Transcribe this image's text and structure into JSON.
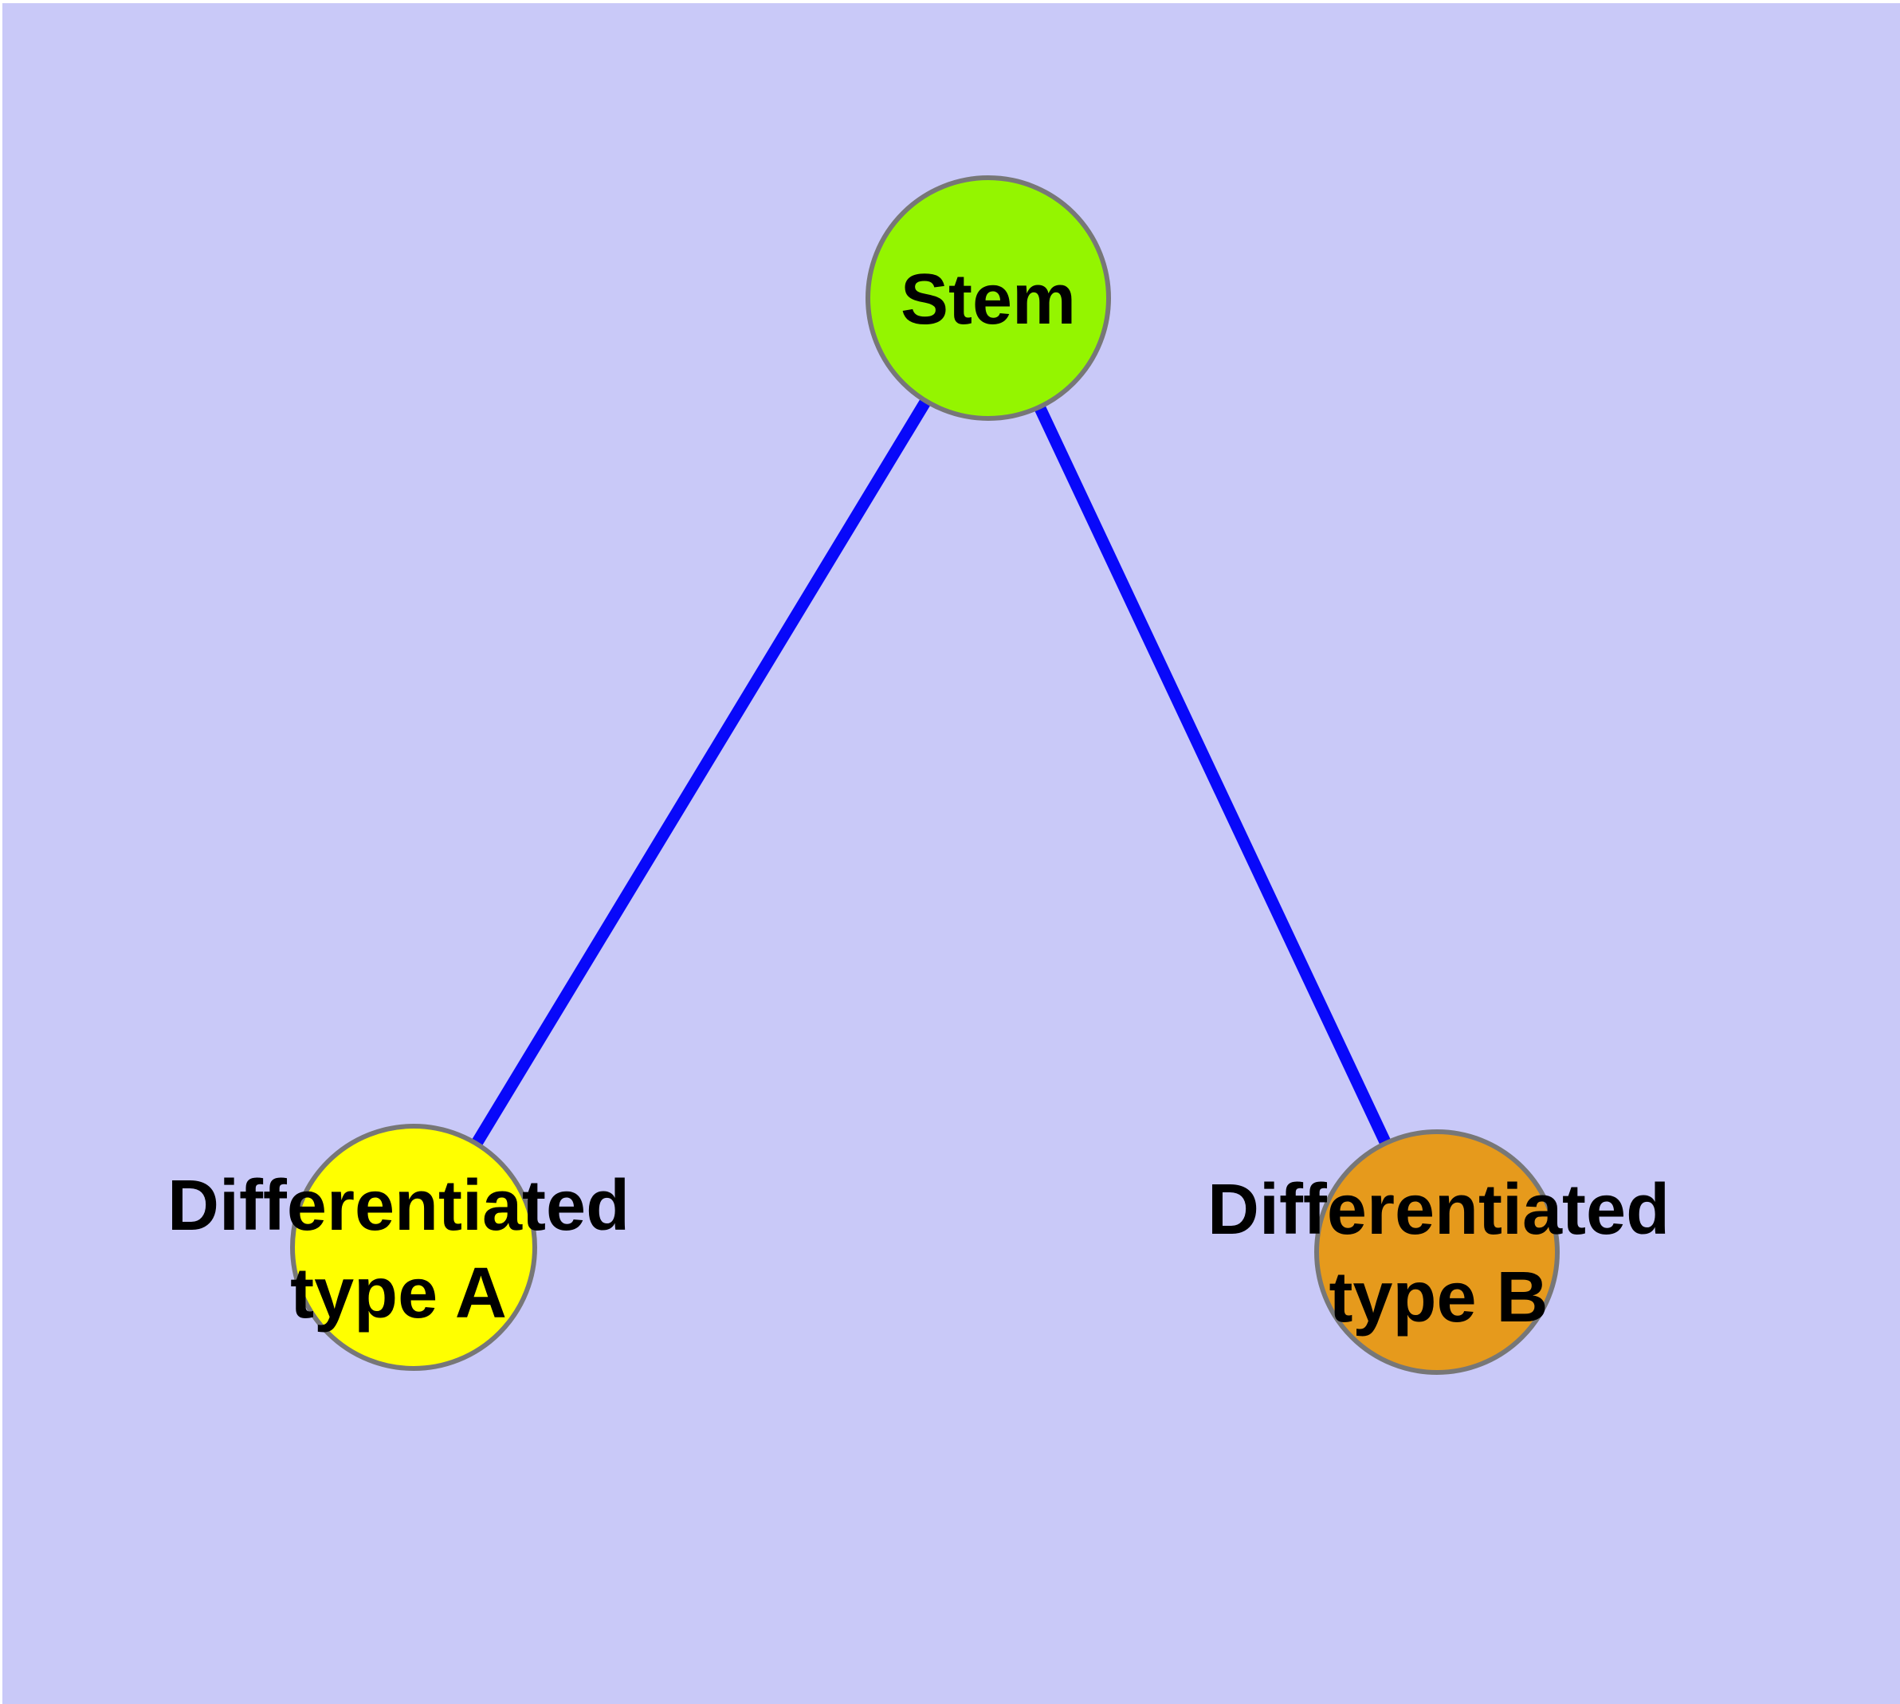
{
  "colors": {
    "background": "#C9C9F8",
    "frame": "#FFFFFF",
    "edge": "#0808FA",
    "node_border": "#777777",
    "label_text": "#000000"
  },
  "diagram": {
    "type": "node-link-graph",
    "description": "Stem cell differentiation hierarchy: one stem node connected to two differentiated cell type nodes",
    "nodes": [
      {
        "id": "stem",
        "label": "Stem",
        "fill": "#94F500"
      },
      {
        "id": "diff-a",
        "label": "Differentiated\ntype A",
        "fill": "#FFFF00"
      },
      {
        "id": "diff-b",
        "label": "Differentiated\ntype B",
        "fill": "#E69A1C"
      }
    ],
    "edges": [
      {
        "from": "stem",
        "to": "diff-a"
      },
      {
        "from": "stem",
        "to": "diff-b"
      }
    ]
  }
}
